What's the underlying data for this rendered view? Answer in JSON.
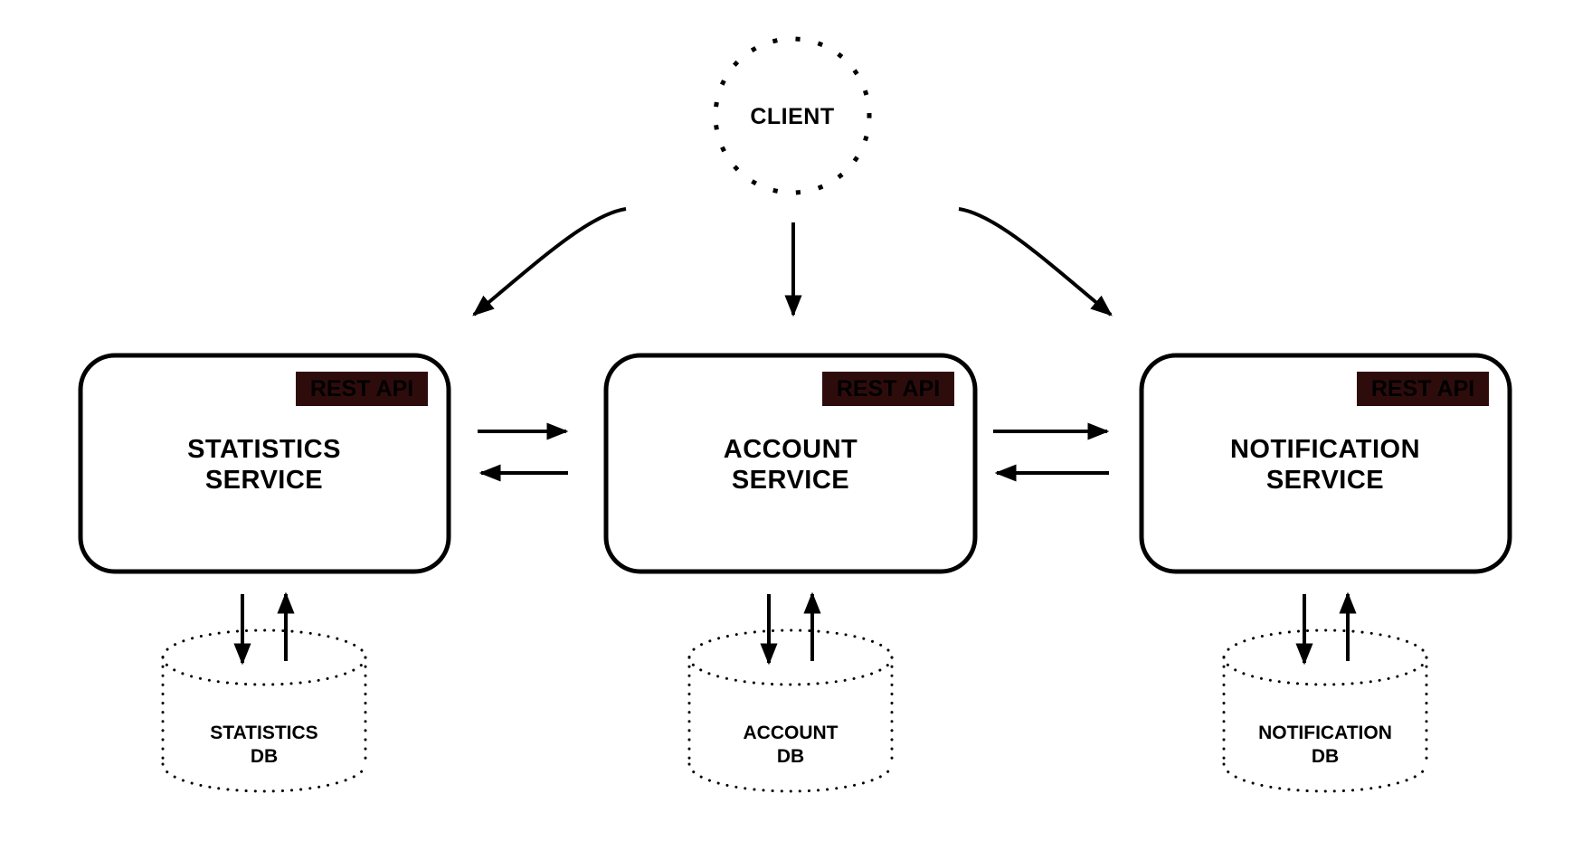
{
  "colors": {
    "background": "#ffffff",
    "line": "#000000",
    "badge_bg": "#2f0c0c",
    "badge_text": "#ffffff",
    "text": "#000000"
  },
  "client": {
    "label": "CLIENT"
  },
  "services": [
    {
      "badge_label": "REST API",
      "name_line1": "STATISTICS",
      "name_line2": "SERVICE",
      "db_line1": "STATISTICS",
      "db_line2": "DB"
    },
    {
      "badge_label": "REST API",
      "name_line1": "ACCOUNT",
      "name_line2": "SERVICE",
      "db_line1": "ACCOUNT",
      "db_line2": "DB"
    },
    {
      "badge_label": "REST API",
      "name_line1": "NOTIFICATION",
      "name_line2": "SERVICE",
      "db_line1": "NOTIFICATION",
      "db_line2": "DB"
    }
  ]
}
